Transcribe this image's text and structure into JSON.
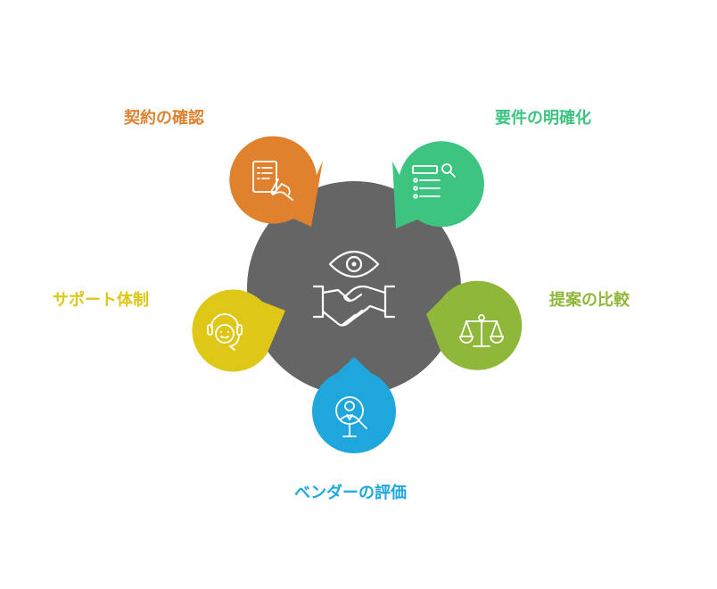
{
  "items": [
    {
      "id": "contract",
      "label": "契約の確認",
      "color": "#E0812E",
      "icon": "contract-signing-icon"
    },
    {
      "id": "requirements",
      "label": "要件の明確化",
      "color": "#3CC480",
      "icon": "list-search-icon"
    },
    {
      "id": "proposals",
      "label": "提案の比較",
      "color": "#8FB83A",
      "icon": "balance-scale-icon"
    },
    {
      "id": "vendor",
      "label": "ベンダーの評価",
      "color": "#1FA7DD",
      "icon": "person-search-icon"
    },
    {
      "id": "support",
      "label": "サポート体制",
      "color": "#DEC716",
      "icon": "headset-support-icon"
    }
  ],
  "center": {
    "color": "#656565",
    "icons": [
      "eye-icon",
      "handshake-icon"
    ]
  }
}
